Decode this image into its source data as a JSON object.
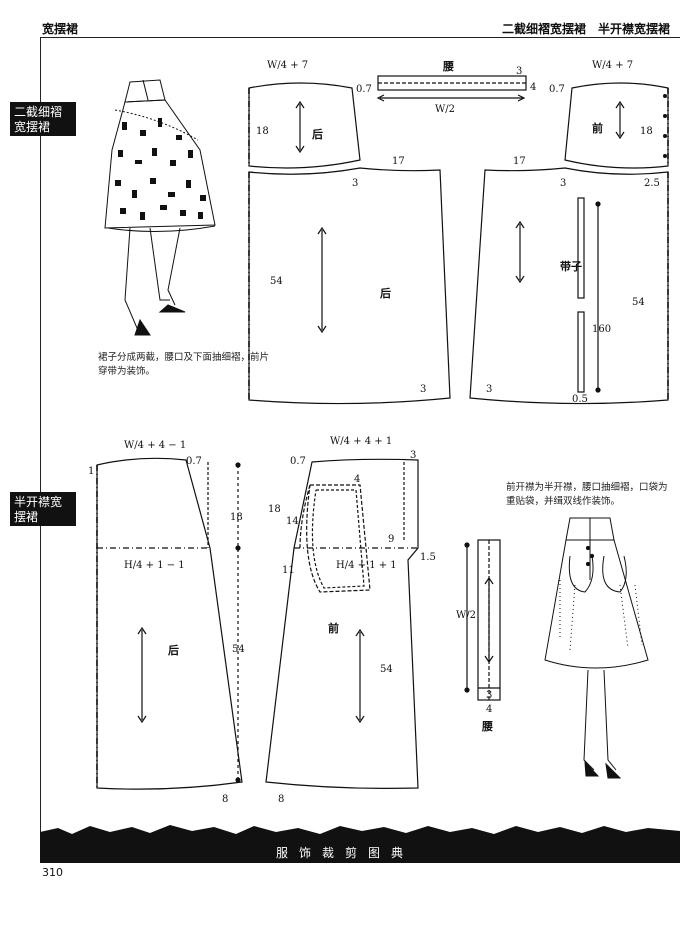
{
  "header": {
    "left_title": "宽摆裙",
    "right_title": "二截细褶宽摆裙　半开襟宽摆裙"
  },
  "side_tabs": {
    "tab1": "二截细褶宽摆裙",
    "tab2": "半开襟宽摆裙"
  },
  "notes": {
    "note1": "裙子分成两截，腰口及下面抽细褶，前片穿带为装饰。",
    "note2": "前开襟为半开襟，腰口抽细褶，口袋为重贴袋，并缉双线作装饰。"
  },
  "footer": {
    "band_title": "服饰裁剪图典",
    "page_number": "310"
  },
  "pattern1": {
    "waist_formula_back": "W/4 + 7",
    "waist_formula_front": "W/4 + 7",
    "waistband_label": "腰",
    "waistband_formula": "W/2",
    "waistband_w1": "3",
    "waistband_w2": "4",
    "val_07a": "0.7",
    "val_07b": "0.7",
    "yoke_height_back": "18",
    "yoke_height_front": "18",
    "back_label": "后",
    "front_label": "前",
    "val_17a": "17",
    "val_17b": "17",
    "val_3a": "3",
    "val_3b": "3",
    "val_25": "2.5",
    "length_back": "54",
    "length_front": "54",
    "skirt_back_label": "后",
    "strap_label": "带子",
    "strap_len": "160",
    "strap_w": "0.5",
    "hem_3a": "3",
    "hem_3b": "3"
  },
  "pattern2": {
    "back_waist_formula": "W/4 + 4 − 1",
    "back_val_07": "0.7",
    "back_val_1": "1",
    "back_hip_formula": "H/4 + 1 − 1",
    "back_18": "18",
    "back_54": "54",
    "back_label": "后",
    "back_8": "8",
    "front_waist_formula": "W/4 + 4 + 1",
    "front_val_07": "0.7",
    "front_val_3": "3",
    "front_val_4": "4",
    "front_18": "18",
    "front_14": "14",
    "front_9": "9",
    "front_11": "11",
    "front_15": "1.5",
    "front_hip_formula": "H/4 + 1 + 1",
    "front_label": "前",
    "front_54": "54",
    "front_8": "8",
    "band_formula": "W/2",
    "band_3": "3",
    "band_4": "4",
    "band_label": "腰"
  }
}
